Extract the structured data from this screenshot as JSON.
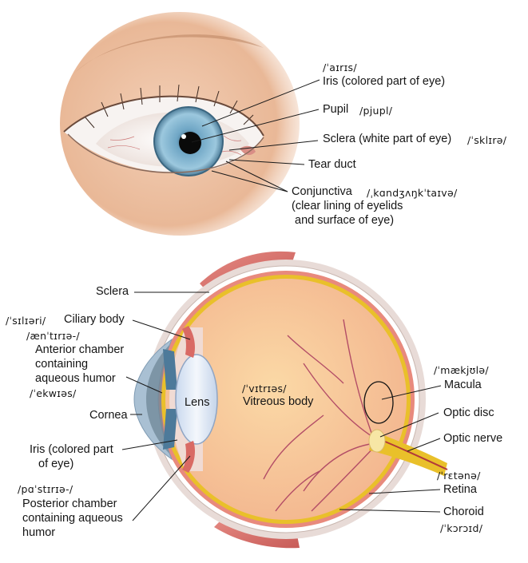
{
  "top": {
    "iris_ipa": "/ˈaɪrɪs/",
    "iris": "Iris (colored part of eye)",
    "pupil": "Pupil",
    "pupil_ipa": "/pjupl/",
    "sclera": "Sclera (white part of eye)",
    "sclera_ipa": "/ˈsklɪrə/",
    "tear_duct": "Tear duct",
    "conjunctiva": "Conjunctiva",
    "conjunctiva_ipa": "/ˌkɑndʒʌŋkˈtaɪvə/",
    "conjunctiva_desc_1": "(clear lining of eyelids",
    "conjunctiva_desc_2": "and surface of eye)"
  },
  "bottom": {
    "sclera": "Sclera",
    "ciliary_ipa": "/ˈsɪlɪəri/",
    "ciliary": "Ciliary body",
    "anterior_ipa": "/ænˈtɪrɪə-/",
    "anterior_1": "Anterior chamber",
    "anterior_2": "containing",
    "anterior_3": "aqueous humor",
    "aqueous_ipa": "/ˈekwɪəs/",
    "cornea": "Cornea",
    "iris_1": "Iris (colored part",
    "iris_2": "of eye)",
    "posterior_ipa": "/pɑˈstɪrɪə-/",
    "posterior_1": "Posterior chamber",
    "posterior_2": "containing aqueous",
    "posterior_3": "humor",
    "lens": "Lens",
    "vitreous_ipa": "/ˈvɪtrɪəs/",
    "vitreous": "Vitreous body",
    "macula_ipa": "/ˈmækjʊlə/",
    "macula": "Macula",
    "optic_disc": "Optic disc",
    "optic_nerve": "Optic nerve",
    "retina_ipa": "/ˈrɛtənə/",
    "retina": "Retina",
    "choroid": "Choroid",
    "choroid_ipa": "/ˈkɔrɔɪd/"
  }
}
